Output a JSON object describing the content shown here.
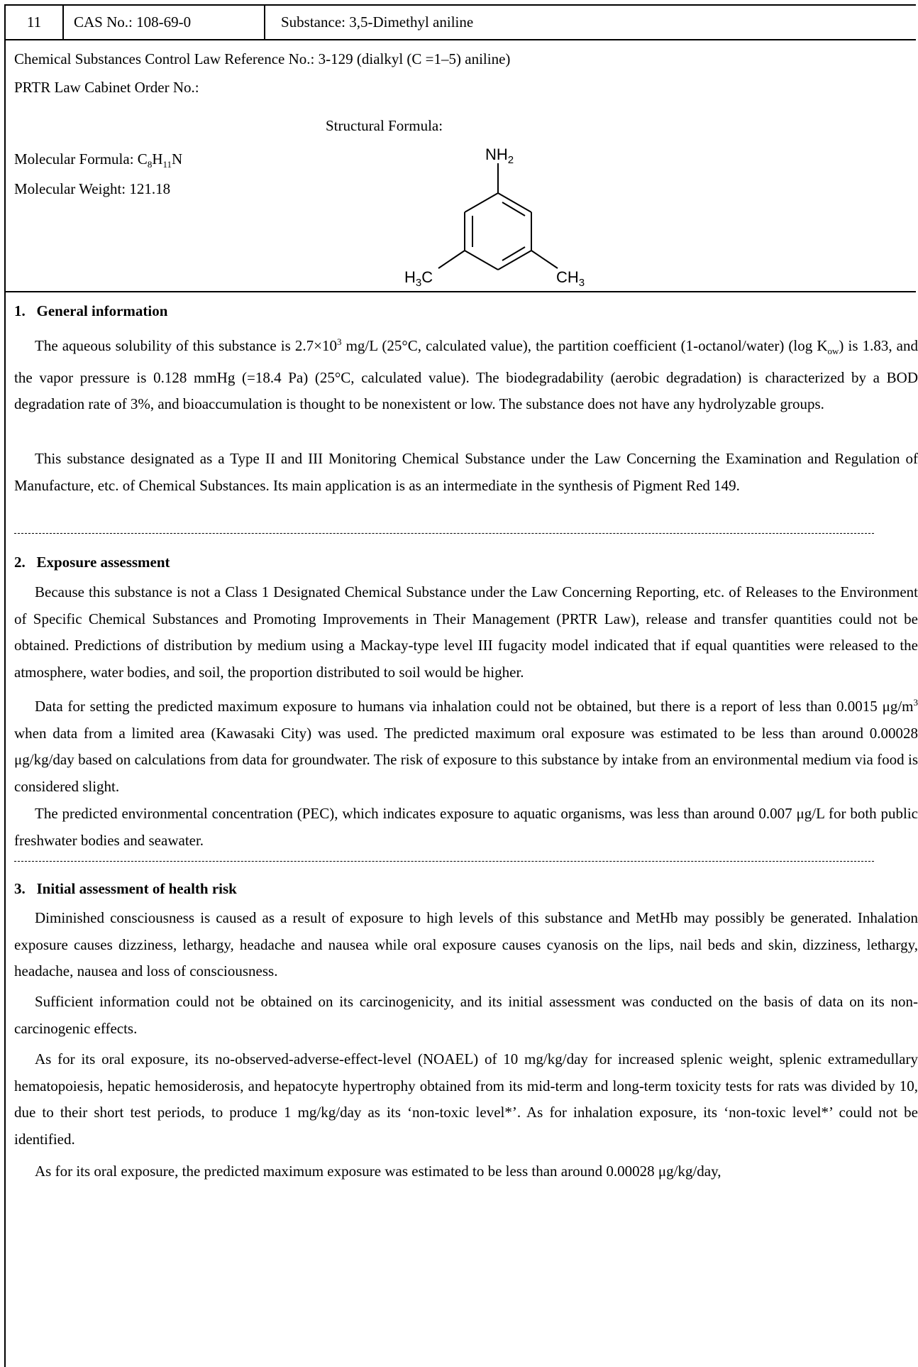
{
  "header": {
    "number": "11",
    "cas": "CAS No.: 108-69-0",
    "substance": "Substance: 3,5-Dimethyl aniline"
  },
  "info": {
    "reference": "Chemical Substances Control Law Reference No.: 3-129 (dialkyl (C =1–5) aniline)",
    "prtr": "PRTR Law Cabinet Order No.:",
    "structural_label": "Structural Formula:",
    "formula_label": "Molecular Formula: ",
    "formula_c": "C",
    "formula_c_sub": "8",
    "formula_h": "H",
    "formula_h_sub": "11",
    "formula_n": "N",
    "weight": "Molecular Weight: 121.18",
    "structure": {
      "nh2": "NH",
      "nh2_sub": "2",
      "left_methyl": "H",
      "left_methyl_sub": "3",
      "left_methyl_c": "C",
      "right_methyl": "CH",
      "right_methyl_sub": "3"
    }
  },
  "section1": {
    "heading": "1.   General information",
    "p1_a": "The aqueous solubility of this substance is 2.7×10",
    "p1_sup": "3",
    "p1_b": " mg/L (25°C, calculated value), the partition coefficient (1-octanol/water) (log K",
    "p1_sub": "ow",
    "p1_c": ") is 1.83, and the vapor pressure is 0.128 mmHg (=18.4 Pa) (25°C, calculated value). The biodegradability (aerobic degradation) is characterized by a BOD degradation rate of 3%, and bioaccumulation is thought to be nonexistent or low. The substance does not have any hydrolyzable groups.",
    "p2": "This substance designated as a Type II and III Monitoring Chemical Substance under the Law Concerning the Examination and Regulation of Manufacture, etc. of Chemical Substances. Its main application is as an intermediate in the synthesis of Pigment Red 149."
  },
  "section2": {
    "heading": "2.   Exposure assessment",
    "p1": "Because this substance is not a Class 1 Designated Chemical Substance under the Law Concerning Reporting, etc. of Releases to the Environment of Specific Chemical Substances and Promoting Improvements in Their Management (PRTR Law), release and transfer quantities could not be obtained. Predictions of distribution by medium using a Mackay-type level III fugacity model indicated that if equal quantities were released to the atmosphere, water bodies, and soil, the proportion distributed to soil would be higher.",
    "p2_a": "Data for setting the predicted maximum exposure to humans via inhalation could not be obtained, but there is a report of less than 0.0015 μg/m",
    "p2_sup": "3",
    "p2_b": " when data from a limited area (Kawasaki City) was used. The predicted maximum oral exposure was estimated to be less than around 0.00028 μg/kg/day based on calculations from data for groundwater. The risk of exposure to this substance by intake from an environmental medium via food is considered slight.",
    "p3": "The predicted environmental concentration (PEC), which indicates exposure to aquatic organisms, was less than around 0.007 μg/L for both public freshwater bodies and seawater."
  },
  "section3": {
    "heading": "3.   Initial assessment of health risk",
    "p1": "Diminished consciousness is caused as a result of exposure to high levels of this substance and MetHb may possibly be generated. Inhalation exposure causes dizziness, lethargy, headache and nausea while oral exposure causes cyanosis on the lips, nail beds and skin, dizziness, lethargy, headache, nausea and loss of consciousness.",
    "p2": "Sufficient information could not be obtained on its carcinogenicity, and its initial assessment was conducted on the basis of data on its non-carcinogenic effects.",
    "p3": "As for its oral exposure, its no-observed-adverse-effect-level (NOAEL) of 10 mg/kg/day for increased splenic weight, splenic extramedullary hematopoiesis, hepatic hemosiderosis, and hepatocyte hypertrophy obtained from its mid-term and long-term toxicity tests for rats was divided by 10, due to their short test periods, to produce 1 mg/kg/day as its ‘non-toxic level*’. As for inhalation exposure, its ‘non-toxic level*’ could not be identified.",
    "p4": "As for its oral exposure, the predicted maximum exposure was estimated to be less than around 0.00028 μg/kg/day,"
  }
}
